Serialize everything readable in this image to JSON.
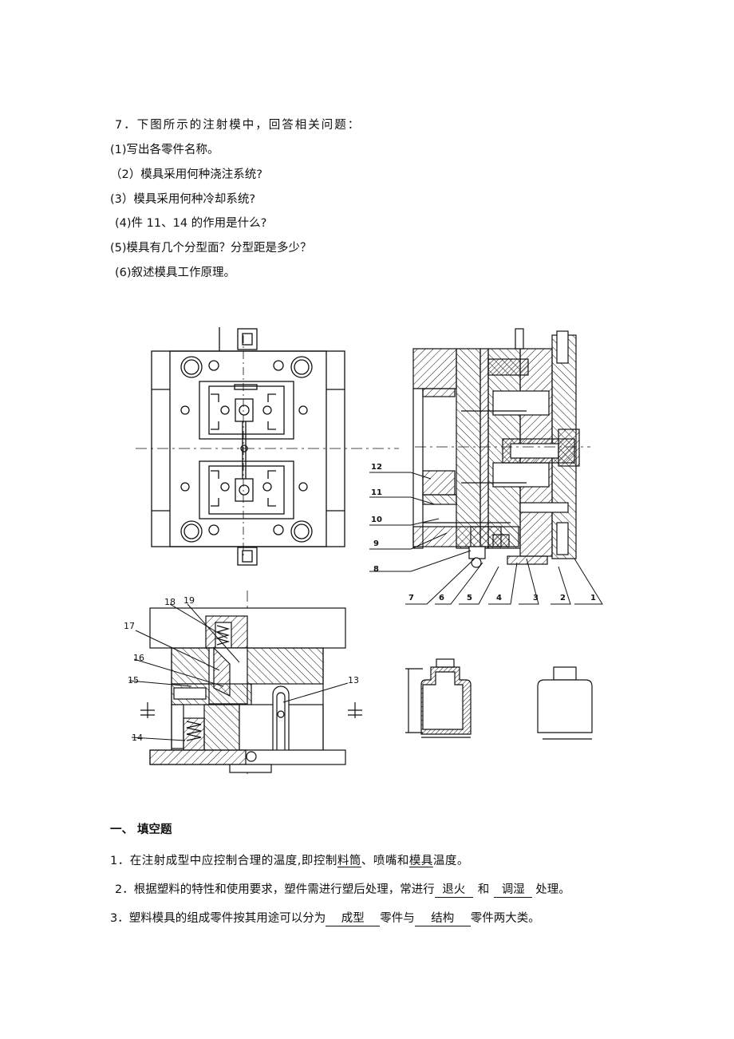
{
  "question7": {
    "title": "7．下图所示的注射模中，回答相关问题：",
    "items": [
      "(1)写出各零件名称。",
      "（2）模具采用何种浇注系统?",
      "(3）模具采用何种冷却系统?",
      "(4)件 11、14 的作用是什么?",
      "(5)模具有几个分型面？分型距是多少？",
      "(6)叙述模具工作原理。"
    ]
  },
  "drawing": {
    "part_numbers": [
      "1",
      "2",
      "3",
      "4",
      "5",
      "6",
      "7",
      "8",
      "9",
      "10",
      "11",
      "12",
      "13",
      "14",
      "15",
      "16",
      "17",
      "18",
      "19"
    ]
  },
  "section1": {
    "heading": "一、 填空题",
    "q1": {
      "prefix": "1．在注射成型中应控制合理的温度,即控制",
      "a1": "料筒",
      "mid1": "、喷嘴和",
      "a2": "模具",
      "suffix": "温度。"
    },
    "q2": {
      "prefix": "2．根据塑料的特性和使用要求，塑件需进行塑后处理，常进行",
      "a1": "退火",
      "mid1": "和",
      "a2": "调湿",
      "suffix": "处理。"
    },
    "q3": {
      "prefix": "3．塑料模具的组成零件按其用途可以分为",
      "a1": "成型",
      "mid1": "零件与",
      "a2": "结构",
      "suffix": "零件两大类。"
    }
  }
}
